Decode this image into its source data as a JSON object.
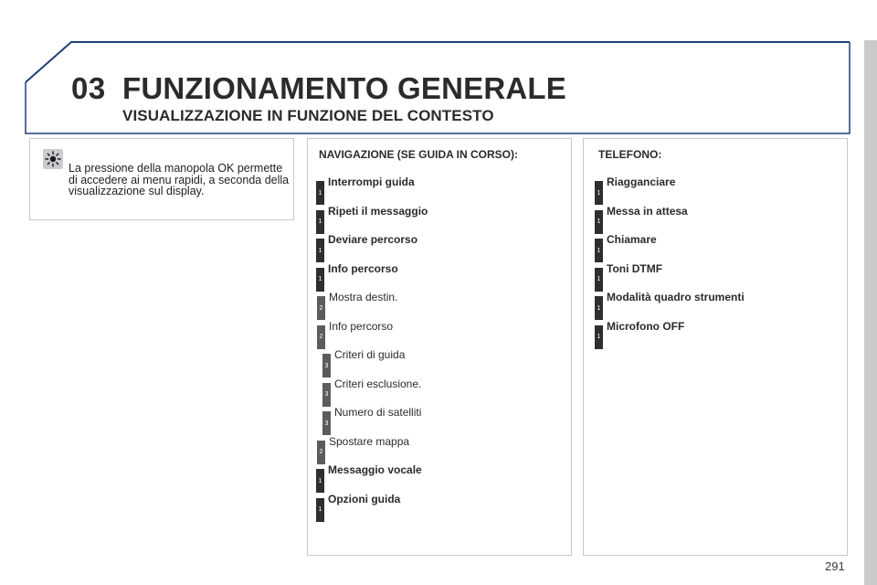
{
  "header": {
    "chapter_number": "03",
    "title": "FUNZIONAMENTO GENERALE",
    "subtitle": "VISUALIZZAZIONE IN FUNZIONE DEL CONTESTO"
  },
  "info": {
    "icon": "light-icon",
    "text": "La pressione della manopola OK permette di accedere ai menu rapidi, a seconda della visualizzazione sul display."
  },
  "navigation": {
    "title": "NAVIGAZIONE (SE GUIDA IN CORSO):",
    "items": [
      {
        "level": "1",
        "label": "Interrompi guida"
      },
      {
        "level": "1",
        "label": "Ripeti il messaggio"
      },
      {
        "level": "1",
        "label": "Deviare percorso"
      },
      {
        "level": "1",
        "label": "Info percorso"
      },
      {
        "level": "2",
        "label": "Mostra destin."
      },
      {
        "level": "2",
        "label": "Info percorso"
      },
      {
        "level": "3",
        "label": "Criteri di guida"
      },
      {
        "level": "3",
        "label": "Criteri esclusione."
      },
      {
        "level": "3",
        "label": "Numero di satelliti"
      },
      {
        "level": "2",
        "label": "Spostare mappa"
      },
      {
        "level": "1",
        "label": "Messaggio vocale"
      },
      {
        "level": "1",
        "label": "Opzioni guida"
      }
    ]
  },
  "telephone": {
    "title": "TELEFONO:",
    "items": [
      {
        "level": "1",
        "label": "Riagganciare"
      },
      {
        "level": "1",
        "label": "Messa in attesa"
      },
      {
        "level": "1",
        "label": "Chiamare"
      },
      {
        "level": "1",
        "label": "Toni DTMF"
      },
      {
        "level": "1",
        "label": "Modalità quadro strumenti"
      },
      {
        "level": "1",
        "label": "Microfono OFF"
      }
    ]
  },
  "page_number": "291",
  "colors": {
    "header_blue": "#1f3f7a",
    "badge_level1": "#2e2e2e",
    "badge_level23": "#5c5c5c",
    "panel_border": "#c8c8c8",
    "stripe_gray": "#c9cacb"
  }
}
